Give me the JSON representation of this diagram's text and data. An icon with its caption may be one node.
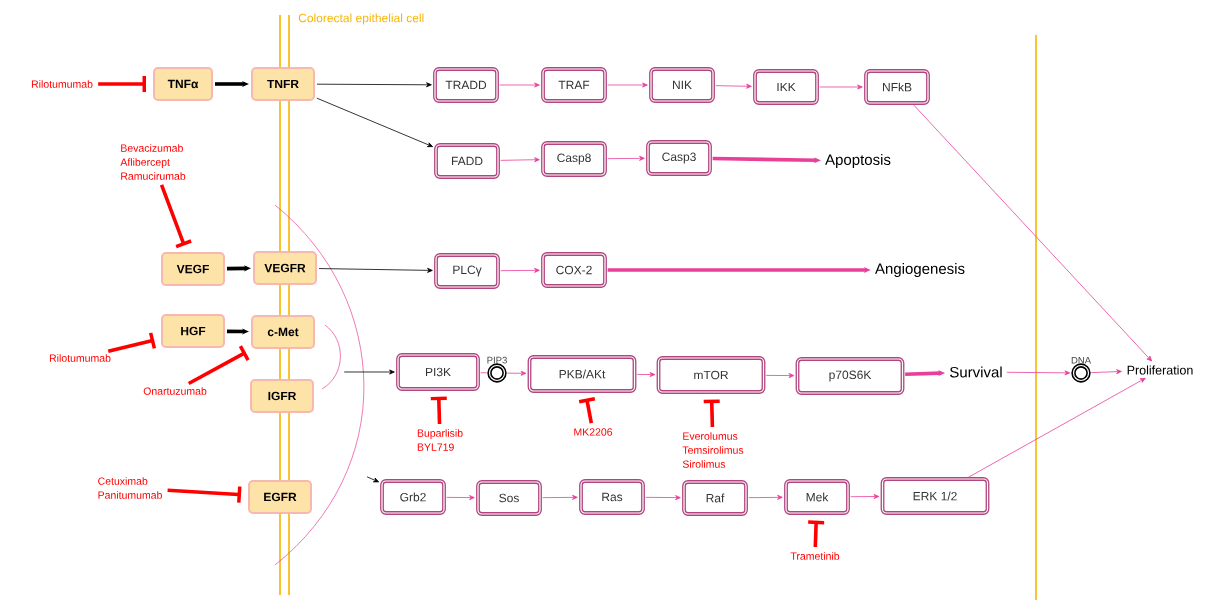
{
  "diagram": {
    "nodes": [
      {
        "text": [
          "Rilotumumab"
        ]
      },
      {
        "text": [
          "TNFα"
        ]
      },
      {
        "text": [
          "TNFR"
        ]
      },
      {
        "text": [
          "TRADD"
        ]
      },
      {
        "text": [
          "TRAF"
        ]
      },
      {
        "text": [
          "NIK"
        ]
      },
      {
        "text": [
          "IKK"
        ]
      },
      {
        "text": [
          "NFkB"
        ]
      },
      {
        "text": [
          "Bevacizumab",
          "Aflibercept",
          "Ramucirumab"
        ]
      },
      {
        "text": [
          "FADD"
        ]
      },
      {
        "text": [
          "Casp8"
        ]
      },
      {
        "text": [
          "Casp3"
        ]
      },
      {
        "text": [
          "Apoptosis"
        ]
      },
      {
        "text": [
          "VEGF"
        ]
      },
      {
        "text": [
          "VEGFR"
        ]
      },
      {
        "text": [
          "PLCγ"
        ]
      },
      {
        "text": [
          "COX-2"
        ]
      },
      {
        "text": [
          "Angiogenesis"
        ]
      },
      {
        "text": [
          "HGF"
        ]
      },
      {
        "text": [
          "c-Met"
        ]
      },
      {
        "text": [
          "Rilotumumab"
        ]
      },
      {
        "text": [
          "Onartuzumab"
        ]
      },
      {
        "text": [
          "IGFR"
        ]
      },
      {
        "text": [
          "PI3K"
        ]
      },
      {
        "text": [
          "PIP3"
        ]
      },
      {
        "text": [
          "PKB/AKt"
        ]
      },
      {
        "text": [
          "mTOR"
        ]
      },
      {
        "text": [
          "p70S6K"
        ]
      },
      {
        "text": [
          "Survival"
        ]
      },
      {
        "text": [
          "DNA"
        ]
      },
      {
        "text": [
          "Proliferation"
        ]
      },
      {
        "text": [
          "Buparlisib",
          "BYL719"
        ]
      },
      {
        "text": [
          "MK2206"
        ]
      },
      {
        "text": [
          "Everolumus",
          "Temsirolimus",
          "Sirolimus"
        ]
      },
      {
        "text": [
          "Cetuximab",
          "Panitumumab"
        ]
      },
      {
        "text": [
          "EGFR"
        ]
      },
      {
        "text": [
          "Grb2"
        ]
      },
      {
        "text": [
          "Sos"
        ]
      },
      {
        "text": [
          "Ras"
        ]
      },
      {
        "text": [
          "Raf"
        ]
      },
      {
        "text": [
          "Mek"
        ]
      },
      {
        "text": [
          "ERK 1/2"
        ]
      },
      {
        "text": [
          "Trametinib"
        ]
      },
      {
        "text": [],
        "shape": "arc"
      },
      {
        "text": [],
        "shape": "arc"
      }
    ],
    "edges": [
      {
        "from": 0,
        "to": 1,
        "arrow": "other",
        "style": "thick",
        "color": "#ff0000"
      },
      {
        "from": 1,
        "to": 2,
        "arrow": "to",
        "style": "thick",
        "color": "#000000"
      },
      {
        "from": 2,
        "to": 3,
        "arrow": "to",
        "color": "#000000"
      },
      {
        "from": 2,
        "to": 9,
        "arrow": "to",
        "color": "#000000"
      },
      {
        "from": 3,
        "to": 4,
        "arrow": "to"
      },
      {
        "from": 4,
        "to": 5,
        "arrow": "to"
      },
      {
        "from": 5,
        "to": 6,
        "arrow": "to"
      },
      {
        "from": 6,
        "to": 7,
        "arrow": "to"
      },
      {
        "from": 7,
        "to": 30,
        "arrow": "to"
      },
      {
        "from": 8,
        "to": 13,
        "arrow": "other",
        "style": "thick",
        "color": "#ff0000"
      },
      {
        "from": 9,
        "to": 10,
        "arrow": "to"
      },
      {
        "from": 10,
        "to": 11,
        "arrow": "to"
      },
      {
        "from": 11,
        "to": 12,
        "arrow": "to",
        "style": "thick"
      },
      {
        "from": 13,
        "to": 14,
        "arrow": "to",
        "style": "thick",
        "color": "#000000"
      },
      {
        "from": 14,
        "to": 15,
        "arrow": "to",
        "color": "#000000"
      },
      {
        "from": 15,
        "to": 16,
        "arrow": "to"
      },
      {
        "from": 16,
        "to": 17,
        "arrow": "to",
        "style": "thick"
      },
      {
        "from": 20,
        "to": 18,
        "arrow": "other",
        "style": "thick",
        "color": "#ff0000"
      },
      {
        "from": 18,
        "to": 19,
        "arrow": "to",
        "style": "thick",
        "color": "#000000"
      },
      {
        "from": 21,
        "to": 19,
        "arrow": "other",
        "style": "thick",
        "color": "#ff0000"
      },
      {
        "from": 44,
        "to": 23,
        "arrow": "to",
        "color": "#000000"
      },
      {
        "from": 43,
        "to": 36,
        "arrow": "to",
        "color": "#000000"
      },
      {
        "from": 23,
        "to": 24,
        "arrow": "none"
      },
      {
        "from": 24,
        "to": 25,
        "arrow": "to"
      },
      {
        "from": 25,
        "to": 26,
        "arrow": "to"
      },
      {
        "from": 26,
        "to": 27,
        "arrow": "to"
      },
      {
        "from": 27,
        "to": 28,
        "arrow": "to",
        "style": "thick"
      },
      {
        "from": 28,
        "to": 29,
        "arrow": "to"
      },
      {
        "from": 29,
        "to": 30,
        "arrow": "to"
      },
      {
        "from": 31,
        "to": 23,
        "arrow": "other",
        "style": "thick",
        "color": "#ff0000"
      },
      {
        "from": 32,
        "to": 25,
        "arrow": "other",
        "style": "thick",
        "color": "#ff0000"
      },
      {
        "from": 33,
        "to": 26,
        "arrow": "other",
        "style": "thick",
        "color": "#ff0000"
      },
      {
        "from": 34,
        "to": 35,
        "arrow": "other",
        "style": "thick",
        "color": "#ff0000"
      },
      {
        "from": 36,
        "to": 37,
        "arrow": "to"
      },
      {
        "from": 37,
        "to": 38,
        "arrow": "to"
      },
      {
        "from": 38,
        "to": 39,
        "arrow": "to"
      },
      {
        "from": 39,
        "to": 40,
        "arrow": "to"
      },
      {
        "from": 40,
        "to": 41,
        "arrow": "to"
      },
      {
        "from": 41,
        "to": 30,
        "arrow": "to"
      },
      {
        "from": 42,
        "to": 40,
        "arrow": "other",
        "style": "thick",
        "color": "#ff0000"
      }
    ],
    "labels": [
      "Colorectal epithelial cell"
    ]
  }
}
